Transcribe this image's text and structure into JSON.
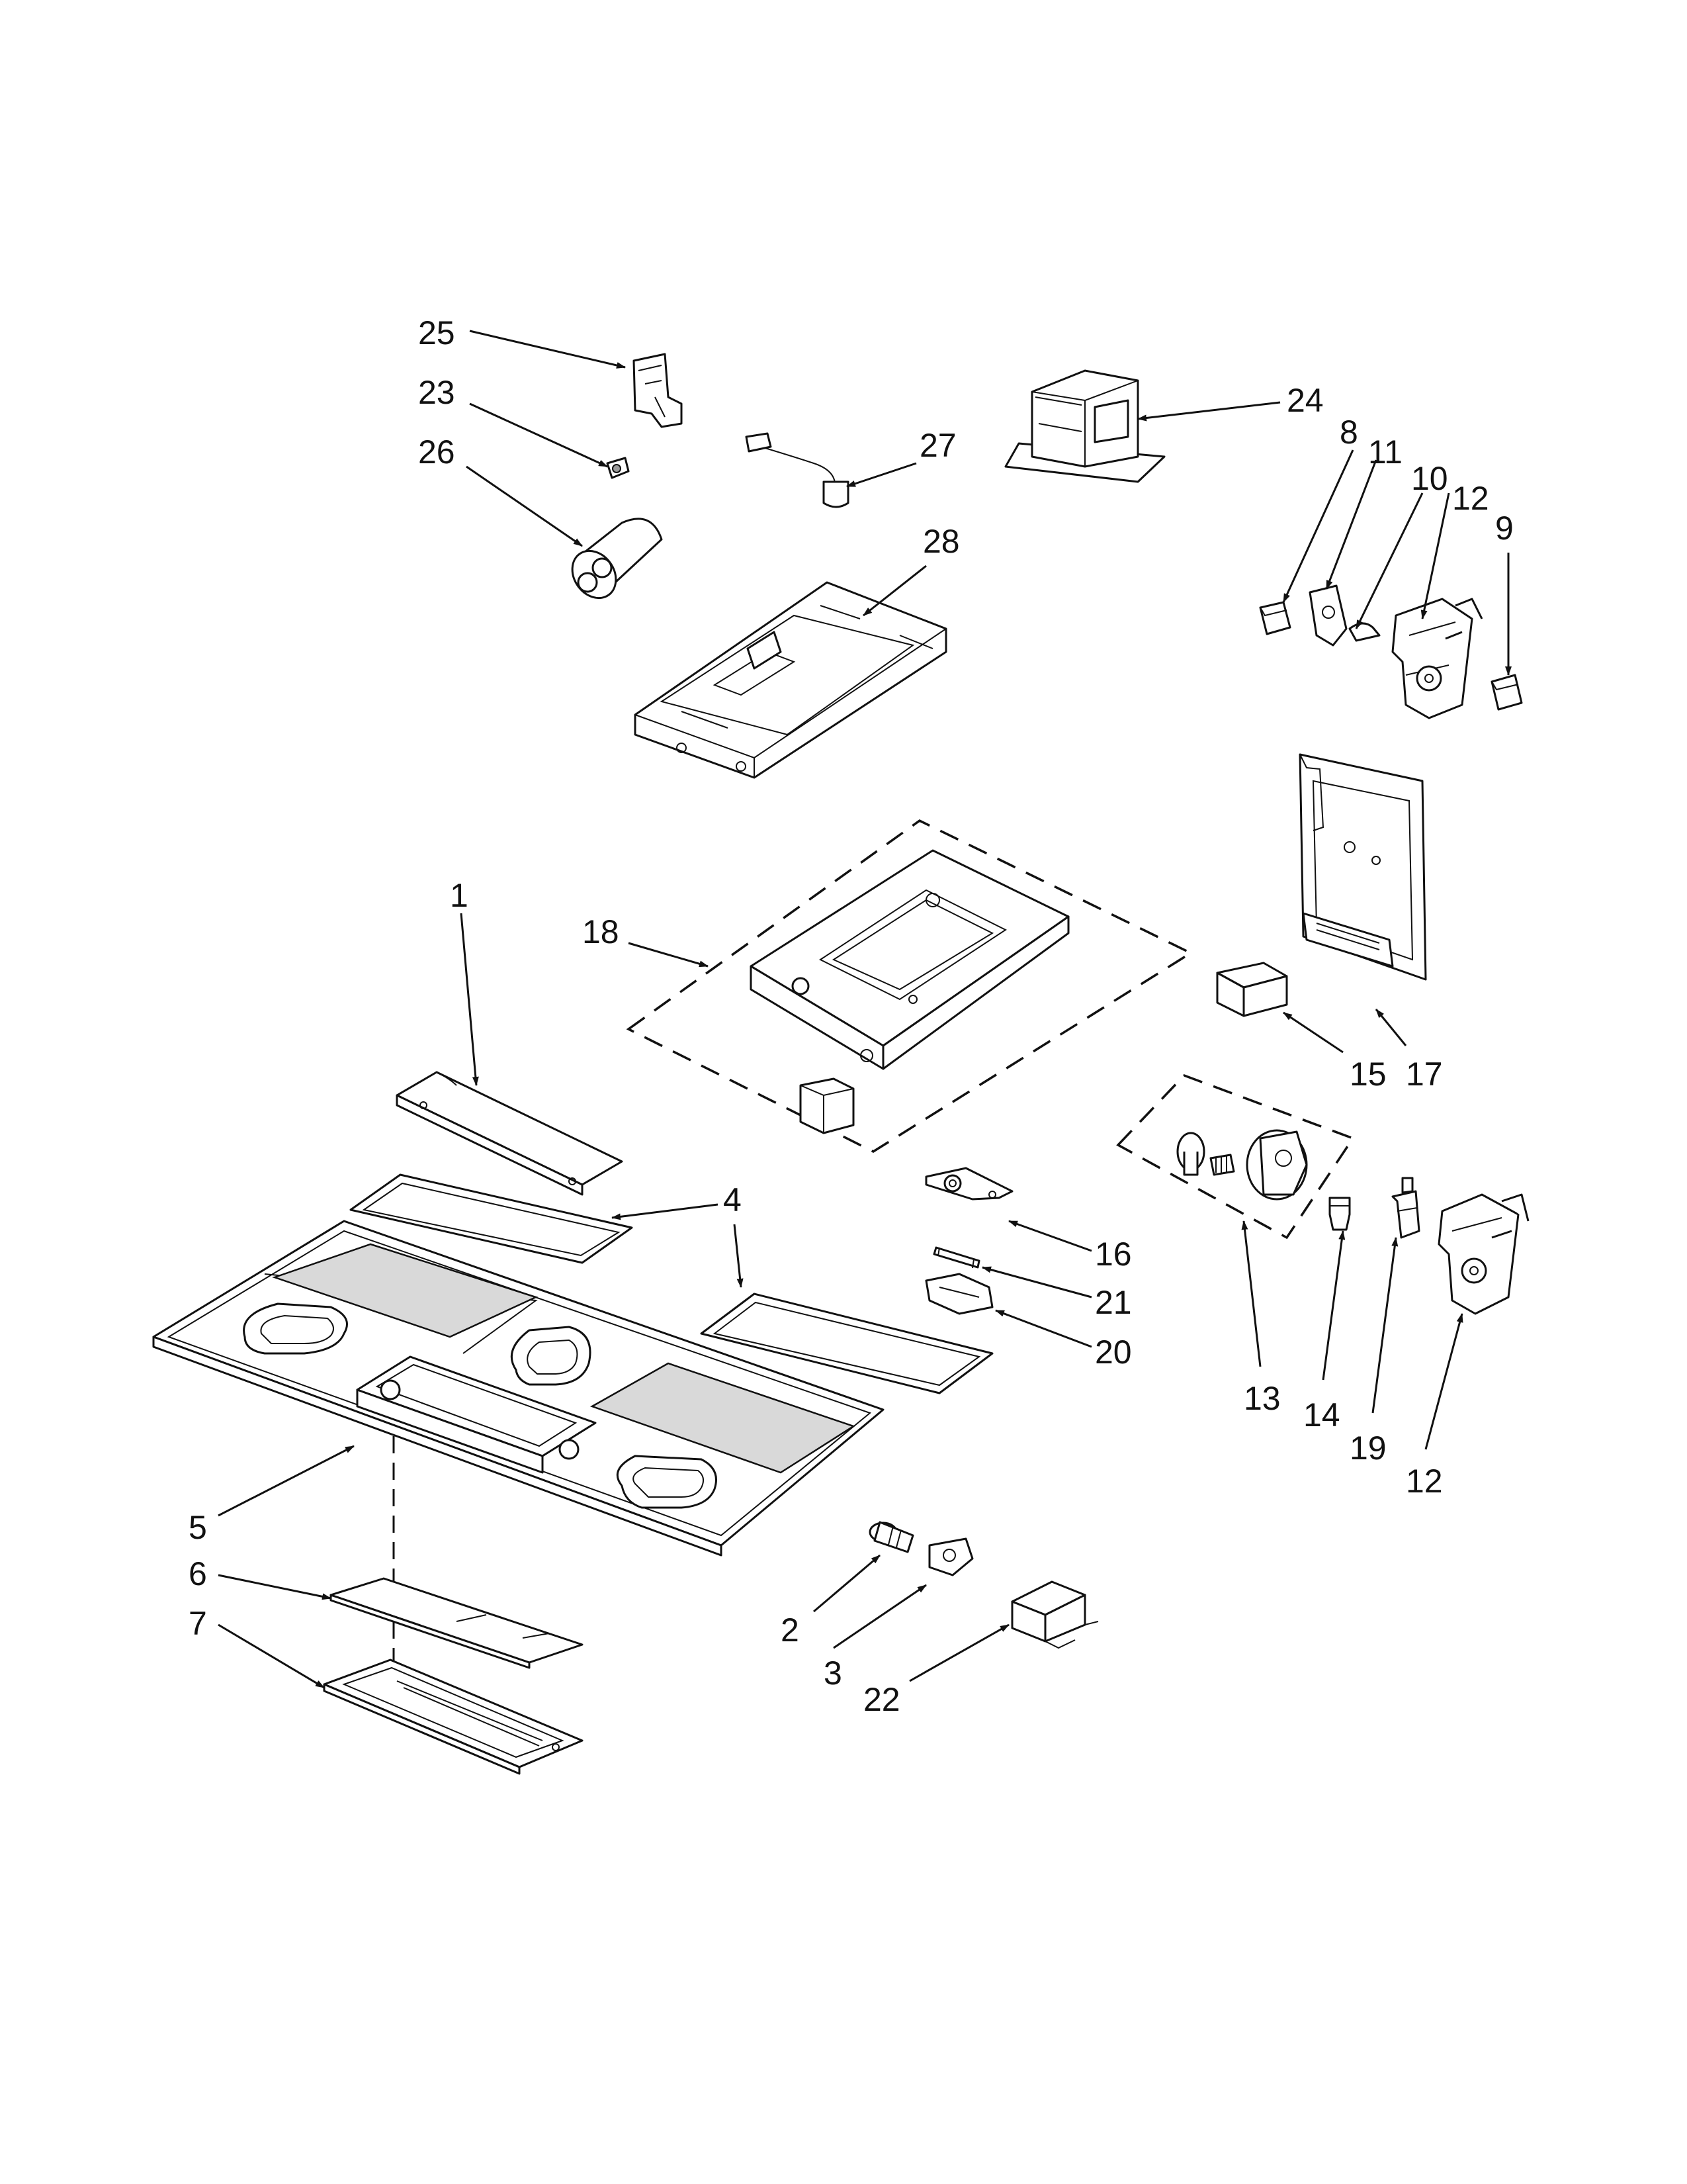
{
  "callouts": [
    {
      "id": "c25",
      "label": "25"
    },
    {
      "id": "c23",
      "label": "23"
    },
    {
      "id": "c26",
      "label": "26"
    },
    {
      "id": "c27",
      "label": "27"
    },
    {
      "id": "c28",
      "label": "28"
    },
    {
      "id": "c24",
      "label": "24"
    },
    {
      "id": "c8",
      "label": "8"
    },
    {
      "id": "c11",
      "label": "11"
    },
    {
      "id": "c10",
      "label": "10"
    },
    {
      "id": "c12a",
      "label": "12"
    },
    {
      "id": "c9",
      "label": "9"
    },
    {
      "id": "c1",
      "label": "1"
    },
    {
      "id": "c18",
      "label": "18"
    },
    {
      "id": "c15",
      "label": "15"
    },
    {
      "id": "c17",
      "label": "17"
    },
    {
      "id": "c4",
      "label": "4"
    },
    {
      "id": "c16",
      "label": "16"
    },
    {
      "id": "c21",
      "label": "21"
    },
    {
      "id": "c20",
      "label": "20"
    },
    {
      "id": "c13",
      "label": "13"
    },
    {
      "id": "c14",
      "label": "14"
    },
    {
      "id": "c19",
      "label": "19"
    },
    {
      "id": "c12b",
      "label": "12"
    },
    {
      "id": "c5",
      "label": "5"
    },
    {
      "id": "c6",
      "label": "6"
    },
    {
      "id": "c7",
      "label": "7"
    },
    {
      "id": "c2",
      "label": "2"
    },
    {
      "id": "c3",
      "label": "3"
    },
    {
      "id": "c22",
      "label": "22"
    }
  ]
}
